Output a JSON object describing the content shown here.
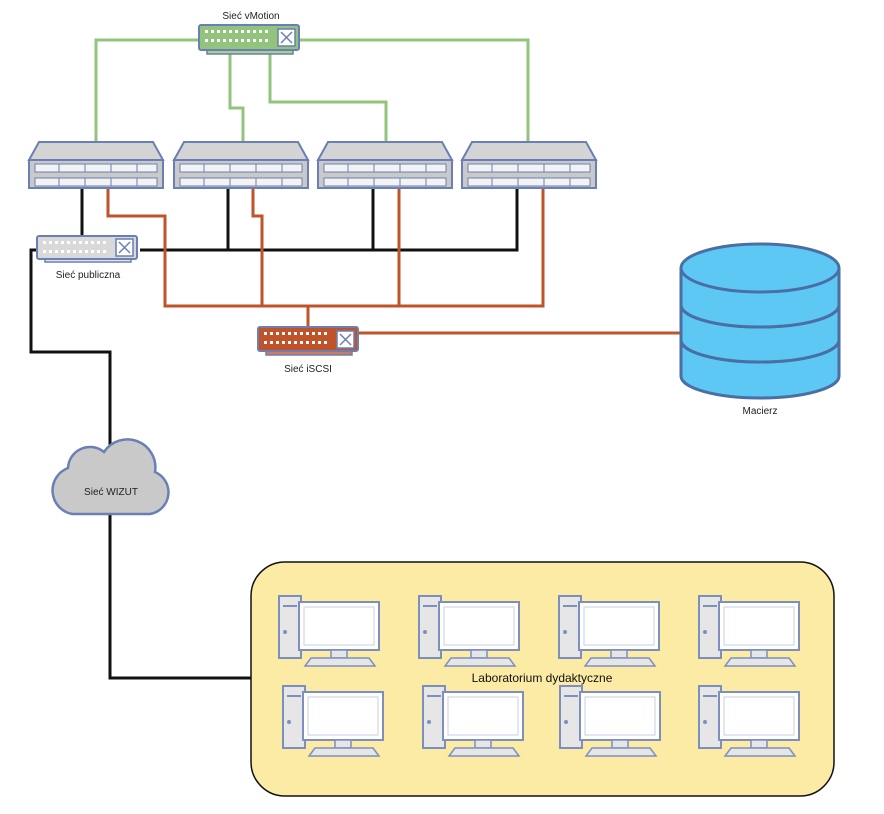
{
  "labels": {
    "vmotion_switch": "Sieć vMotion",
    "public_switch": "Sieć publiczna",
    "iscsi_switch": "Sieć iSCSI",
    "storage": "Macierz",
    "cloud": "Sieć WIZUT",
    "lab": "Laboratorium dydaktyczne"
  },
  "colors": {
    "vmotion": "#92c47d",
    "public": "#111111",
    "iscsi": "#c0532a",
    "storage_fill": "#5ec8f5",
    "storage_stroke": "#4a6fa5",
    "cloud_fill": "#c9c9c9",
    "lab_fill": "#fbeba5",
    "server_fill": "#c8c8c8",
    "server_stroke": "#6a7fb5"
  },
  "icons": {
    "switch": "network-switch-icon",
    "server": "rack-server-icon",
    "storage": "database-icon",
    "cloud": "cloud-icon",
    "workstation": "desktop-computer-icon"
  },
  "servers": [
    "server-1",
    "server-2",
    "server-3",
    "server-4"
  ],
  "workstations": [
    "pc-1",
    "pc-2",
    "pc-3",
    "pc-4",
    "pc-5",
    "pc-6",
    "pc-7",
    "pc-8"
  ]
}
